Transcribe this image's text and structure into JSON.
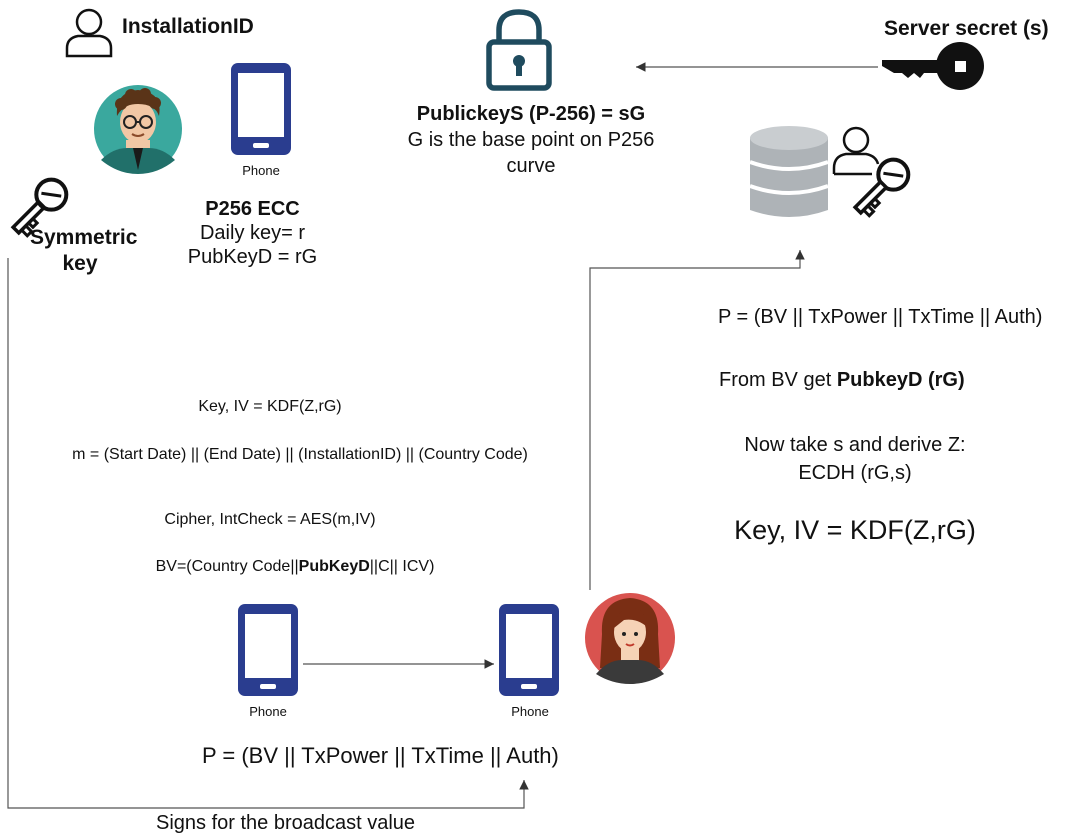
{
  "labels": {
    "installation_id": "InstallationID",
    "symmetric_key_line1": "Symmetric",
    "symmetric_key_line2": "key",
    "phone": "Phone",
    "p256_title": "P256 ECC",
    "daily_key": "Daily key= r",
    "pubkeyd": "PubKeyD = rG",
    "publickeys_title": "PublickeyS (P-256) = sG",
    "base_point_line1": "G is the base point on P256",
    "base_point_line2": "curve",
    "server_secret": "Server secret (s)",
    "kdf_left": "Key, IV = KDF(Z,rG)",
    "m_formula": "m = (Start Date) || (End Date) || (InstallationID) || (Country Code)",
    "cipher_formula": "Cipher, IntCheck = AES(m,IV)",
    "bv_prefix": "BV=(Country Code||",
    "bv_bold": "PubKeyD",
    "bv_suffix": "||C|| ICV)",
    "p_formula_bottom": "P = (BV || TxPower || TxTime || Auth)",
    "signs_caption": "Signs for the broadcast value",
    "p_formula_right": "P = (BV || TxPower || TxTime || Auth)",
    "from_bv_prefix": "From BV get ",
    "from_bv_bold": "PubkeyD (rG)",
    "derive_line1": "Now take s and derive Z:",
    "derive_line2": "ECDH (rG,s)",
    "kdf_right": "Key, IV = KDF(Z,rG)"
  },
  "icons": {
    "user": "user-outline-icon",
    "man_avatar": "man-avatar-icon",
    "woman_avatar": "woman-avatar-icon",
    "phone": "phone-icon",
    "lock": "padlock-icon",
    "key": "key-icon",
    "database": "database-icon",
    "user_key": "user-with-key-icon"
  },
  "colors": {
    "phone_blue": "#2a3d8f",
    "lock_teal": "#1f4b5e",
    "avatar_teal": "#3aa89e",
    "avatar_red": "#d9534f",
    "db_gray": "#aeb3b7"
  }
}
